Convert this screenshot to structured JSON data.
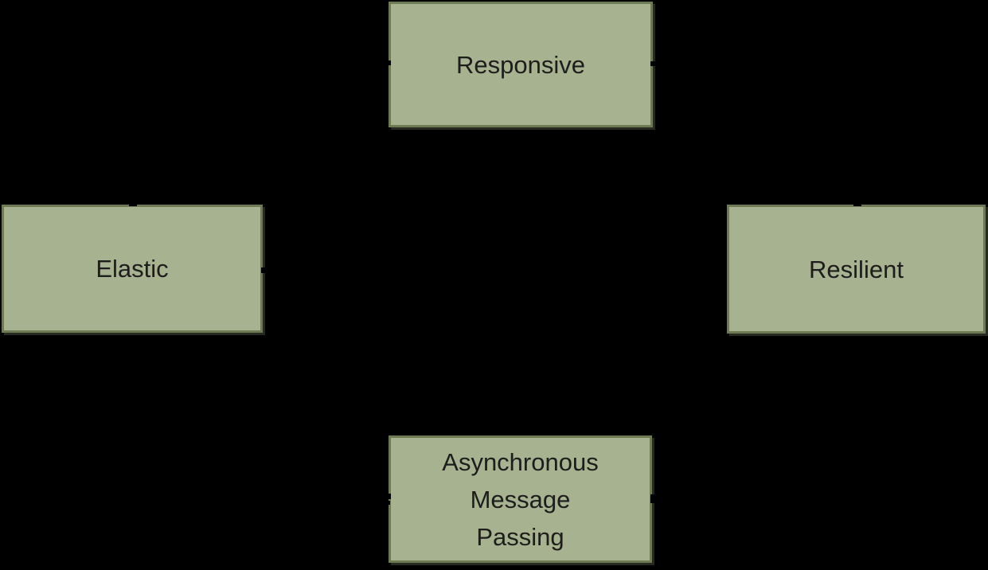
{
  "diagram": {
    "background_color": "#000000",
    "box_fill_color": "#a7b291",
    "box_border_color": "#6e7b52",
    "text_color": "#1d1d1b",
    "nodes": {
      "responsive": {
        "label": "Responsive"
      },
      "elastic": {
        "label": "Elastic"
      },
      "resilient": {
        "label": "Resilient"
      },
      "message": {
        "lines": [
          "Asynchronous",
          "Message",
          "Passing"
        ]
      }
    },
    "connector_ticks": [
      "responsive-left-edge",
      "responsive-right-edge",
      "elastic-top-edge",
      "resilient-top-edge",
      "elastic-right-edge",
      "resilient-left-edge",
      "message-left-edge-upper",
      "message-left-edge-lower",
      "message-right-edge"
    ]
  }
}
